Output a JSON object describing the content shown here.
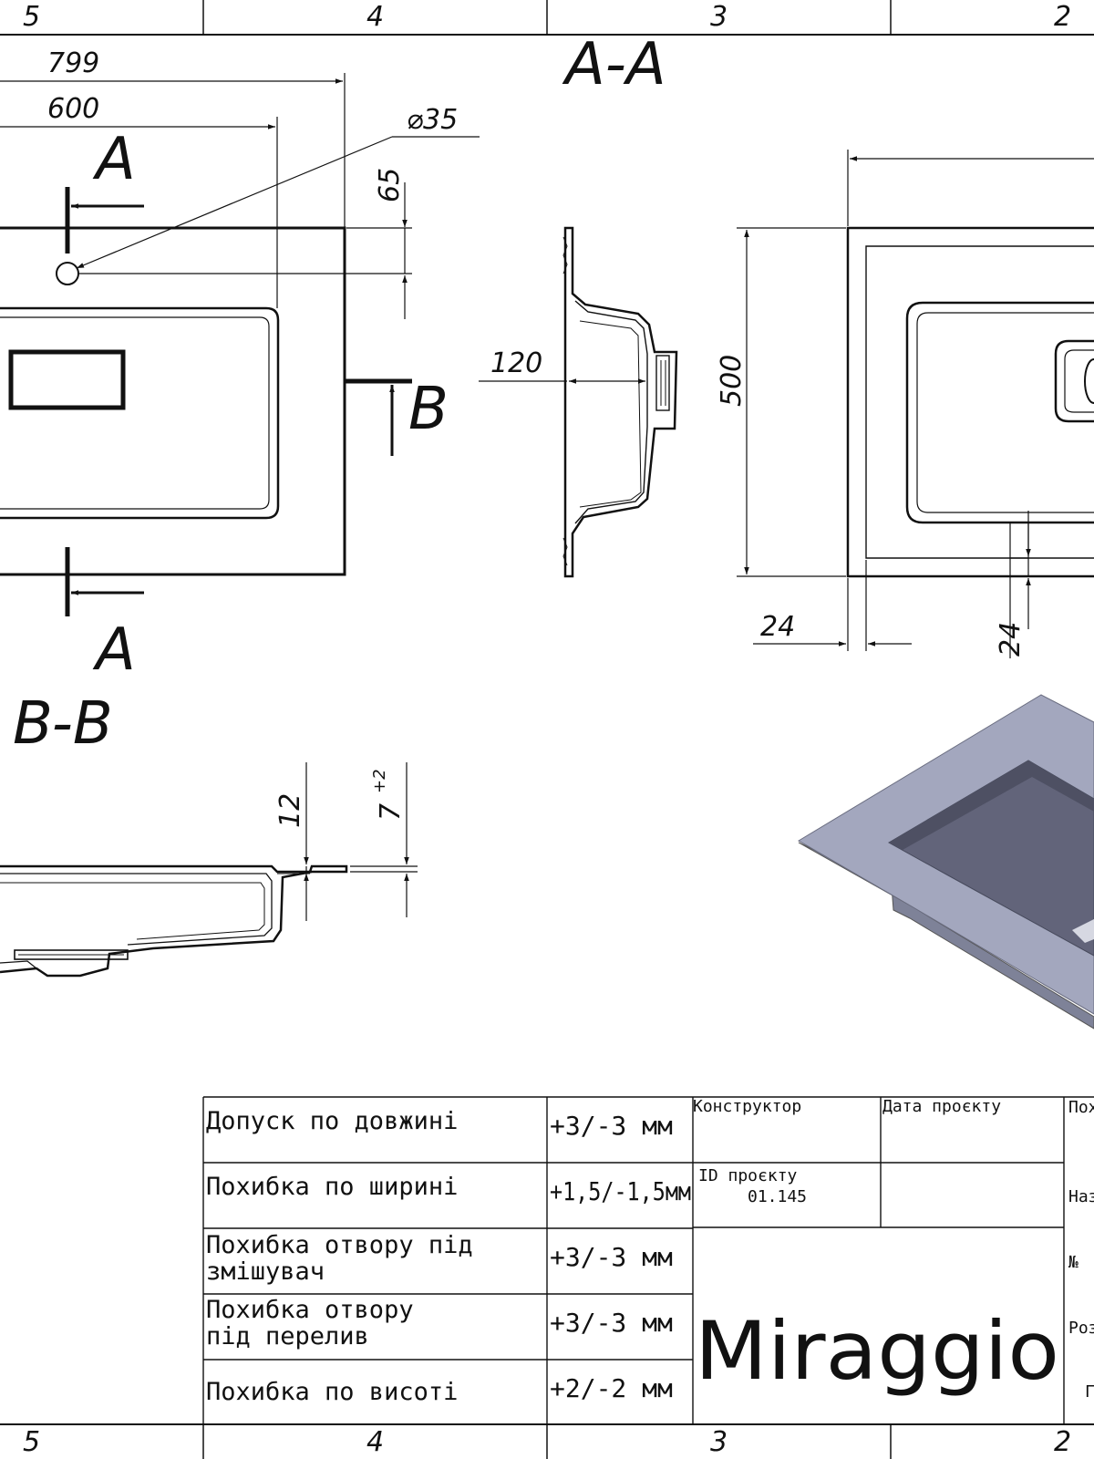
{
  "border_zones": {
    "top": [
      "5",
      "4",
      "3",
      "2"
    ],
    "bottom": [
      "5",
      "4",
      "3",
      "2"
    ]
  },
  "section_titles": {
    "aa": "A-A",
    "bb": "B-B"
  },
  "markers": {
    "a_top": "A",
    "a_bottom": "A",
    "b_right": "B"
  },
  "dimensions": {
    "overall_length": "799",
    "bowl_length": "600",
    "hole_diameter": "⌀35",
    "hole_offset": "65",
    "depth_120": "120",
    "width_500": "500",
    "rim_24_h": "24",
    "rim_24_v": "24",
    "thickness_12": "12",
    "tolerance_7": "7",
    "tolerance_7_sup": "+2"
  },
  "title_block": {
    "rows": [
      {
        "label": [
          "Допуск по довжині"
        ],
        "value": "+3/-3 мм"
      },
      {
        "label": [
          "Похибка по ширині"
        ],
        "value": "+1,5/-1,5мм"
      },
      {
        "label": [
          "Похибка отвору під",
          "змішувач"
        ],
        "value": "+3/-3 мм"
      },
      {
        "label": [
          "Похибка отвору",
          "під перелив"
        ],
        "value": "+3/-3 мм"
      },
      {
        "label": [
          "Похибка по висоті"
        ],
        "value": "+2/-2 мм"
      }
    ],
    "designer_label": "Конструктор",
    "project_date_label": "Дата проєкту",
    "project_id_label": "ID проєкту",
    "project_id": "01.145",
    "brand": "Miraggio",
    "right_col_partial": [
      "Пох",
      "Наз",
      "№",
      "Роз",
      "Г"
    ]
  },
  "colors": {
    "line": "#111111",
    "model_top": "#a3a7be",
    "model_bowl": "#62647a",
    "model_side": "#7e8298"
  }
}
